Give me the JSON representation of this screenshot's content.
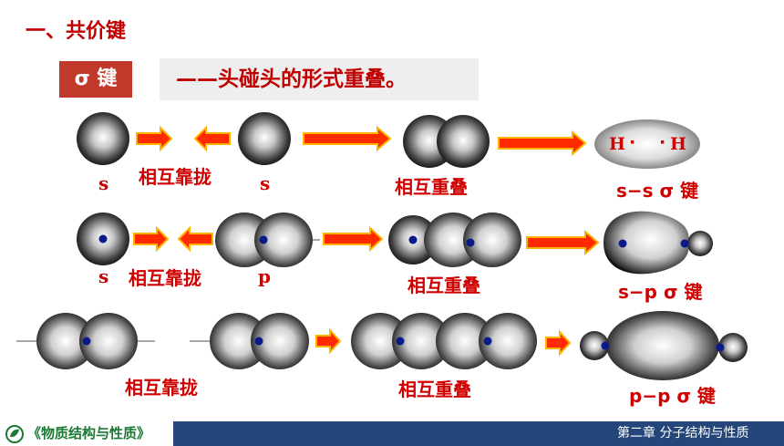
{
  "heading": "一、共价键",
  "sigma_label": "σ 键",
  "description": "——头碰头的形式重叠。",
  "row1": {
    "label_s1": "s",
    "label_approach": "相互靠拢",
    "label_s2": "s",
    "label_overlap": "相互重叠",
    "label_h_left": "H",
    "label_h_right": "H",
    "label_dot": "·",
    "label_bond": "s−s  σ 键"
  },
  "row2": {
    "label_s": "s",
    "label_approach": "相互靠拢",
    "label_p": "p",
    "label_overlap": "相互重叠",
    "label_bond": "s−p  σ 键"
  },
  "row3": {
    "label_approach": "相互靠拢",
    "label_overlap": "相互重叠",
    "label_bond": "p−p  σ 键"
  },
  "footer": {
    "title": "《物质结构与性质》",
    "chapter": "第二章   分子结构与性质"
  },
  "colors": {
    "label_red": "#d00000",
    "arrow_fill": "#ff2a00",
    "arrow_stroke": "#ffb400",
    "footer_bg": "#24467a",
    "nucleus": "#0a1a8a"
  }
}
